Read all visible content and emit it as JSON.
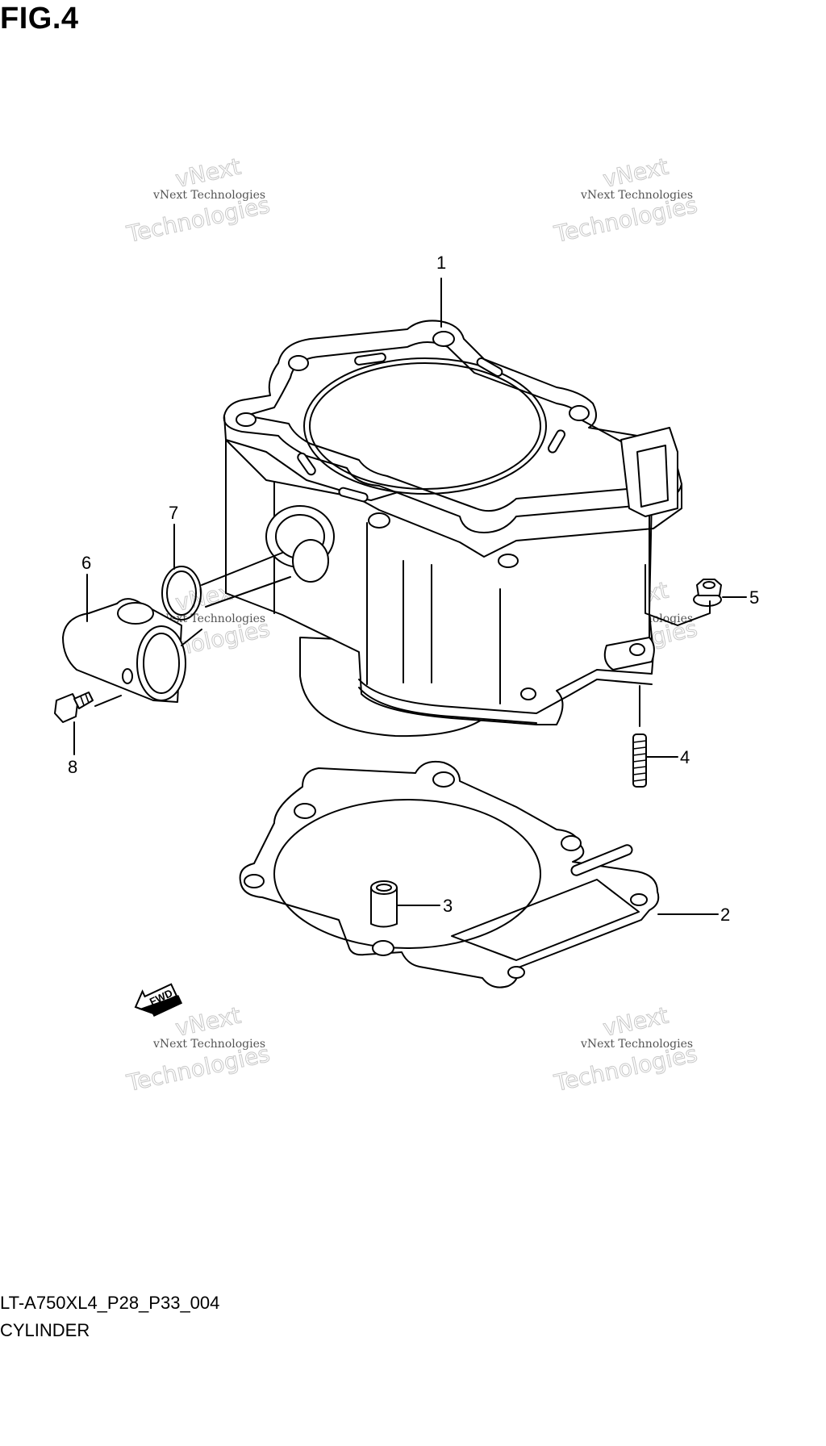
{
  "figure": {
    "title": "FIG.4"
  },
  "footer": {
    "code": "LT-A750XL4_P28_P33_004",
    "name": "CYLINDER"
  },
  "callouts": [
    {
      "number": "1"
    },
    {
      "number": "2"
    },
    {
      "number": "3"
    },
    {
      "number": "4"
    },
    {
      "number": "5"
    },
    {
      "number": "6"
    },
    {
      "number": "7"
    },
    {
      "number": "8"
    }
  ],
  "fwd_arrow": {
    "label": "FWD"
  },
  "watermark": {
    "line_small": "vNext Technologies",
    "line_big_top": "vNext",
    "line_big_bottom": "Technologies"
  }
}
